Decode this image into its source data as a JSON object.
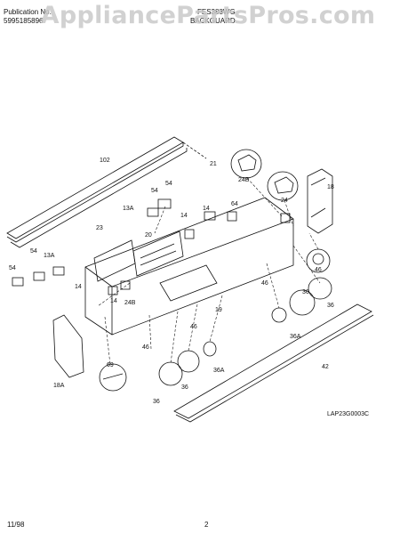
{
  "header": {
    "pub_label": "Publication No.",
    "pub_number": "5995185896",
    "model": "FES388WG",
    "section": "BACKGUARD"
  },
  "watermark": "AppliancePartsPros.com",
  "diagram_code": "LAP23G0003C",
  "callouts": {
    "c102": "102",
    "c21": "21",
    "c18": "18",
    "c24B_top": "24B",
    "c24_top": "24",
    "c54_a": "54",
    "c54_b": "54",
    "c13A_a": "13A",
    "c14_a": "14",
    "c14_b": "14",
    "c64": "64",
    "c23": "23",
    "c20": "20",
    "c46_circle": "46",
    "c54_c": "54",
    "c13A_b": "13A",
    "c54_d": "54",
    "c14_c": "14",
    "c14_d": "14",
    "c46_a": "46",
    "c36_a": "36",
    "c36_b": "36",
    "c19": "19",
    "c24B_low": "24B",
    "c46_b": "46",
    "c46_c": "46",
    "c36A_a": "36A",
    "c42": "42",
    "c69": "69",
    "c18A": "18A",
    "c36A_b": "36A",
    "c36_c": "36",
    "c36_d": "36"
  },
  "footer": {
    "date": "11/98",
    "page": "2"
  }
}
